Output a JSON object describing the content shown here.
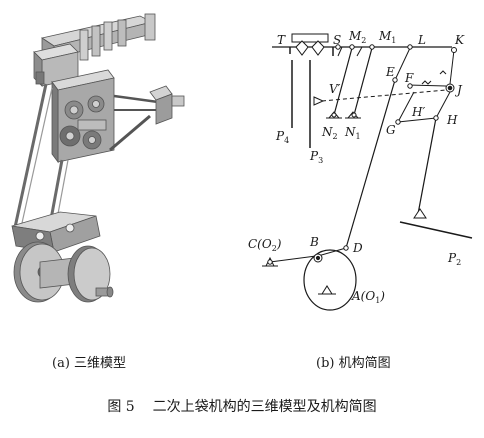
{
  "figure": {
    "subfigure_a_label": "(a) 三维模型",
    "subfigure_b_label": "(b) 机构简图",
    "caption_number": "图 5",
    "caption_text": "二次上袋机构的三维模型及机构简图"
  },
  "diagram_labels": {
    "T": "T",
    "S": "S",
    "M2": "M",
    "M2_sub": "2",
    "M1": "M",
    "M1_sub": "1",
    "L": "L",
    "K": "K",
    "V_prime": "V′",
    "E": "E",
    "F": "F",
    "J": "J",
    "H_prime": "H′",
    "G": "G",
    "H": "H",
    "N2": "N",
    "N2_sub": "2",
    "N1": "N",
    "N1_sub": "1",
    "P4": "P",
    "P4_sub": "4",
    "P3": "P",
    "P3_sub": "3",
    "C_O2": "C(O",
    "C_O2_sub": "2",
    "C_O2_close": ")",
    "B": "B",
    "D": "D",
    "A_O1": "A(O",
    "A_O1_sub": "1",
    "A_O1_close": ")",
    "P2": "P",
    "P2_sub": "2"
  },
  "colors": {
    "line": "#1a1a1a",
    "model_light": "#cfcfcf",
    "model_mid": "#a9a9a9",
    "model_dark": "#6e6e6e"
  }
}
